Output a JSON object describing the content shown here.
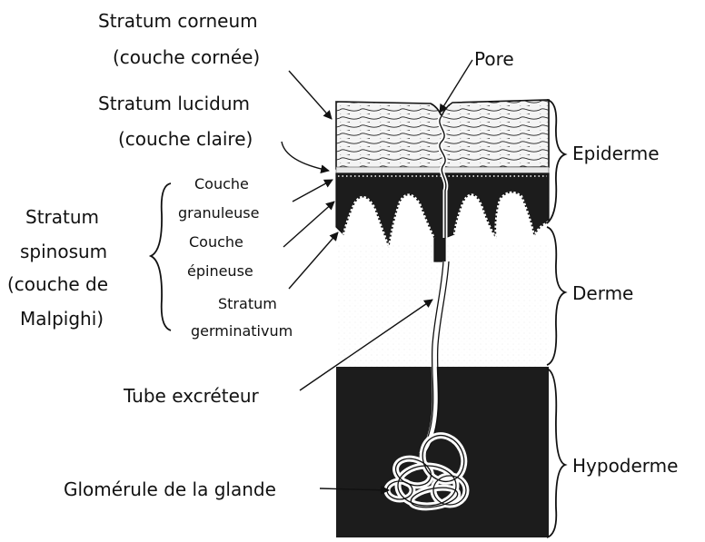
{
  "labels": {
    "stratum_corneum": "Stratum corneum",
    "couche_cornee": "(couche cornée)",
    "stratum_lucidum": "Stratum lucidum",
    "couche_claire": "(couche claire)",
    "couche_granuleuse_1": "Couche",
    "couche_granuleuse_2": "granuleuse",
    "couche_epineuse_1": "Couche",
    "couche_epineuse_2": "épineuse",
    "stratum_germinativum_1": "Stratum",
    "stratum_germinativum_2": "germinativum",
    "stratum_spinosum_1": "Stratum",
    "stratum_spinosum_2": "spinosum",
    "stratum_spinosum_3": "(couche de",
    "stratum_spinosum_4": "Malpighi)",
    "pore": "Pore",
    "tube_excreteur": "Tube excréteur",
    "glomerule": "Glomérule de la glande",
    "epiderme": "Epiderme",
    "derme": "Derme",
    "hypoderme": "Hypoderme"
  },
  "colors": {
    "ink": "#111111",
    "dark_tissue": "#1c1c1c",
    "stipple": "#b8b8b8"
  }
}
